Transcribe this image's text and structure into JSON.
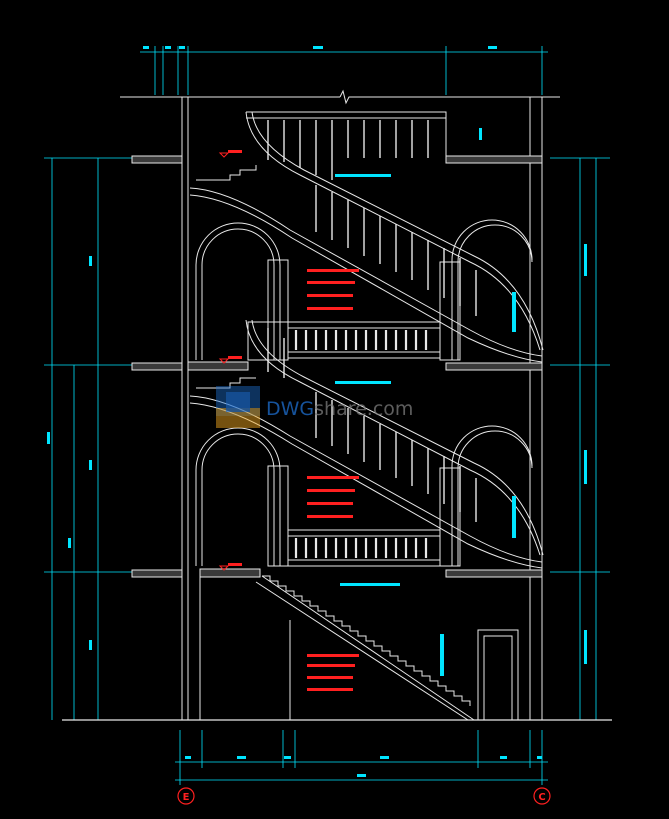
{
  "watermark": {
    "part1": "DWG",
    "part2": "share.com"
  },
  "grid_labels": [
    "E",
    "C"
  ],
  "colors": {
    "background": "#000000",
    "line": "#e8e8e8",
    "dimension": "#00e5ff",
    "annotation": "#ff2020",
    "watermark_blue": "#1e6fd1",
    "watermark_gray": "#7d7d7d",
    "watermark_orange": "#f0a820"
  }
}
